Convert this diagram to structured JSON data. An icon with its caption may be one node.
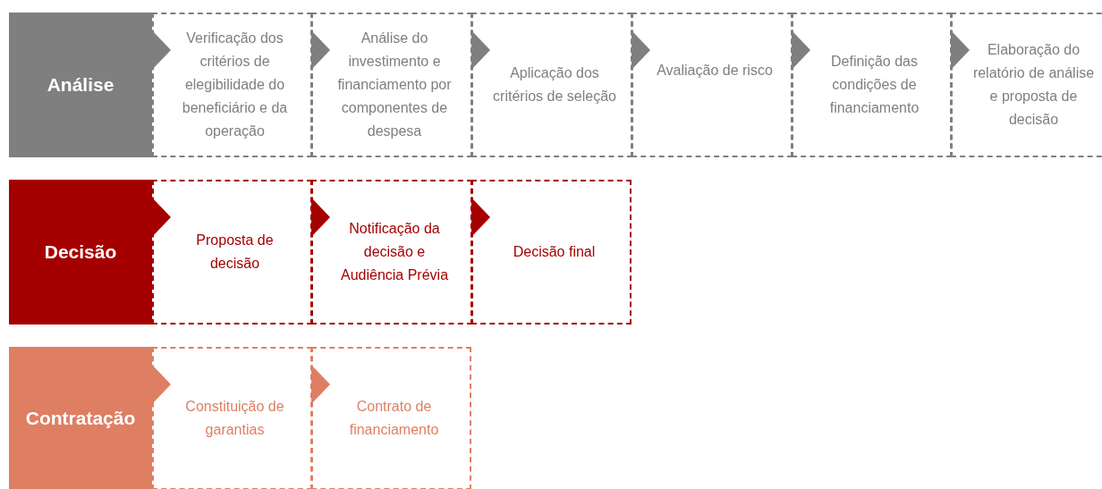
{
  "diagram": {
    "nodes": [
      {
        "text": [
          "Análise"
        ]
      },
      {
        "text": [
          "Verificação dos critérios de elegibilidade do beneficiário e da operação"
        ]
      },
      {
        "text": [
          "Análise do investimento e financiamento por componentes de despesa"
        ]
      },
      {
        "text": [
          "Aplicação dos critérios de seleção"
        ]
      },
      {
        "text": [
          "Avaliação de risco"
        ]
      },
      {
        "text": [
          "Definição das condições de financiamento"
        ]
      },
      {
        "text": [
          "Elaboração do relatório de análise e proposta de decisão"
        ]
      },
      {
        "text": [
          "Decisão"
        ]
      },
      {
        "text": [
          "Proposta de decisão"
        ]
      },
      {
        "text": [
          "Notificação da decisão e Audiência Prévia"
        ]
      },
      {
        "text": [
          "Decisão final"
        ]
      },
      {
        "text": [
          "Contratação"
        ]
      },
      {
        "text": [
          "Constituição de garantias"
        ]
      },
      {
        "text": [
          "Contrato de financiamento"
        ]
      }
    ],
    "edges": [
      {
        "from": 0,
        "to": 1,
        "arrow": "to"
      },
      {
        "from": 1,
        "to": 2,
        "arrow": "to"
      },
      {
        "from": 2,
        "to": 3,
        "arrow": "to"
      },
      {
        "from": 3,
        "to": 4,
        "arrow": "to"
      },
      {
        "from": 4,
        "to": 5,
        "arrow": "to"
      },
      {
        "from": 5,
        "to": 6,
        "arrow": "to"
      },
      {
        "from": 7,
        "to": 8,
        "arrow": "to",
        "color": "#a50000"
      },
      {
        "from": 8,
        "to": 9,
        "arrow": "to",
        "color": "#a50000"
      },
      {
        "from": 9,
        "to": 10,
        "arrow": "to",
        "color": "#a50000"
      },
      {
        "from": 11,
        "to": 12,
        "arrow": "to",
        "color": "#de7f63"
      },
      {
        "from": 12,
        "to": 13,
        "arrow": "to",
        "color": "#de7f63"
      }
    ]
  }
}
